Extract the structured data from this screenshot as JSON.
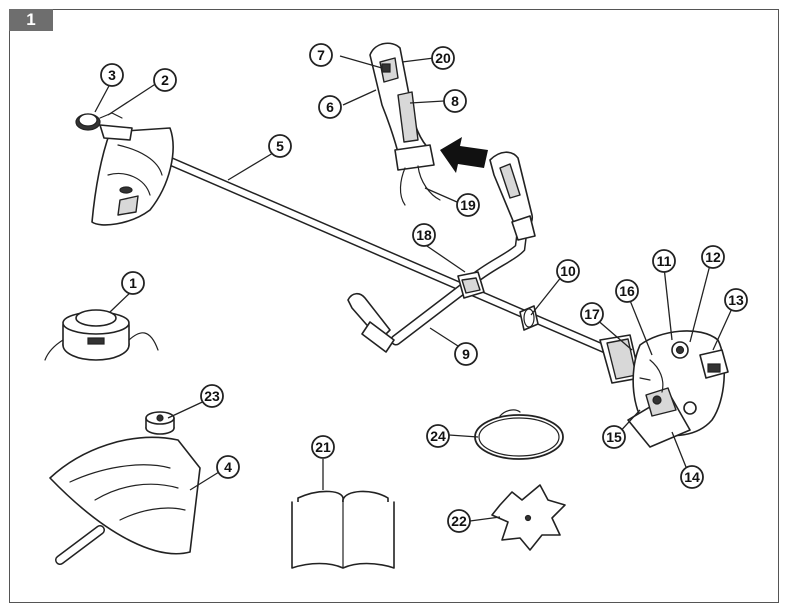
{
  "figure": {
    "number": "1"
  },
  "callouts": {
    "c1": "1",
    "c2": "2",
    "c3": "3",
    "c4": "4",
    "c5": "5",
    "c6": "6",
    "c7": "7",
    "c8": "8",
    "c9": "9",
    "c10": "10",
    "c11": "11",
    "c12": "12",
    "c13": "13",
    "c14": "14",
    "c15": "15",
    "c16": "16",
    "c17": "17",
    "c18": "18",
    "c19": "19",
    "c20": "20",
    "c21": "21",
    "c22": "22",
    "c23": "23",
    "c24": "24"
  },
  "icons": [
    "arrow-icon",
    "manual-book-icon"
  ]
}
